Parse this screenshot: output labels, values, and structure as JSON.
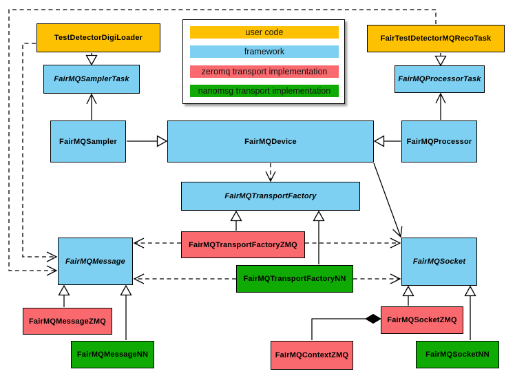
{
  "colors": {
    "user_code": "#FDC101",
    "framework": "#7DD0F2",
    "zeromq": "#F9696E",
    "nanomsg": "#0FAB04"
  },
  "legend": {
    "items": [
      {
        "label": "user code",
        "color": "#FDC101"
      },
      {
        "label": "framework",
        "color": "#7DD0F2"
      },
      {
        "label": "zeromq transport implementation",
        "color": "#F9696E"
      },
      {
        "label": "nanomsg transport implementation",
        "color": "#0FAB04"
      }
    ]
  },
  "nodes": {
    "testDetectorDigiLoader": "TestDetectorDigiLoader",
    "fairTestDetectorMQRecoTask": "FairTestDetectorMQRecoTask",
    "fairMQSamplerTask": "FairMQSamplerTask",
    "fairMQProcessorTask": "FairMQProcessorTask",
    "fairMQSampler": "FairMQSampler",
    "fairMQDevice": "FairMQDevice",
    "fairMQProcessor": "FairMQProcessor",
    "fairMQTransportFactory": "FairMQTransportFactory",
    "fairMQTransportFactoryZMQ": "FairMQTransportFactoryZMQ",
    "fairMQTransportFactoryNN": "FairMQTransportFactoryNN",
    "fairMQMessage": "FairMQMessage",
    "fairMQMessageZMQ": "FairMQMessageZMQ",
    "fairMQMessageNN": "FairMQMessageNN",
    "fairMQSocket": "FairMQSocket",
    "fairMQSocketZMQ": "FairMQSocketZMQ",
    "fairMQSocketNN": "FairMQSocketNN",
    "fairMQContextZMQ": "FairMQContextZMQ"
  },
  "abstract_classes": [
    "FairMQSamplerTask",
    "FairMQProcessorTask",
    "FairMQTransportFactory",
    "FairMQMessage",
    "FairMQSocket"
  ],
  "relationships": [
    {
      "from": "TestDetectorDigiLoader",
      "to": "FairMQSamplerTask",
      "type": "inheritance"
    },
    {
      "from": "FairTestDetectorMQRecoTask",
      "to": "FairMQProcessorTask",
      "type": "inheritance"
    },
    {
      "from": "FairMQSampler",
      "to": "FairMQSamplerTask",
      "type": "association"
    },
    {
      "from": "FairMQProcessor",
      "to": "FairMQProcessorTask",
      "type": "association"
    },
    {
      "from": "FairMQSampler",
      "to": "FairMQDevice",
      "type": "inheritance"
    },
    {
      "from": "FairMQProcessor",
      "to": "FairMQDevice",
      "type": "inheritance"
    },
    {
      "from": "FairMQDevice",
      "to": "FairMQTransportFactory",
      "type": "dependency"
    },
    {
      "from": "FairMQDevice",
      "to": "FairMQSocket",
      "type": "association"
    },
    {
      "from": "FairMQTransportFactoryZMQ",
      "to": "FairMQTransportFactory",
      "type": "inheritance"
    },
    {
      "from": "FairMQTransportFactoryNN",
      "to": "FairMQTransportFactory",
      "type": "inheritance"
    },
    {
      "from": "FairMQTransportFactoryZMQ",
      "to": "FairMQMessage",
      "type": "dependency"
    },
    {
      "from": "FairMQTransportFactoryZMQ",
      "to": "FairMQSocket",
      "type": "dependency"
    },
    {
      "from": "FairMQTransportFactoryNN",
      "to": "FairMQMessage",
      "type": "dependency"
    },
    {
      "from": "FairMQTransportFactoryNN",
      "to": "FairMQSocket",
      "type": "dependency"
    },
    {
      "from": "TestDetectorDigiLoader",
      "to": "FairMQMessage",
      "type": "dependency"
    },
    {
      "from": "FairTestDetectorMQRecoTask",
      "to": "FairMQMessage",
      "type": "dependency"
    },
    {
      "from": "FairMQMessageZMQ",
      "to": "FairMQMessage",
      "type": "inheritance"
    },
    {
      "from": "FairMQMessageNN",
      "to": "FairMQMessage",
      "type": "inheritance"
    },
    {
      "from": "FairMQSocketZMQ",
      "to": "FairMQSocket",
      "type": "inheritance"
    },
    {
      "from": "FairMQSocketNN",
      "to": "FairMQSocket",
      "type": "inheritance"
    },
    {
      "from": "FairMQContextZMQ",
      "to": "FairMQSocketZMQ",
      "type": "composition"
    }
  ]
}
